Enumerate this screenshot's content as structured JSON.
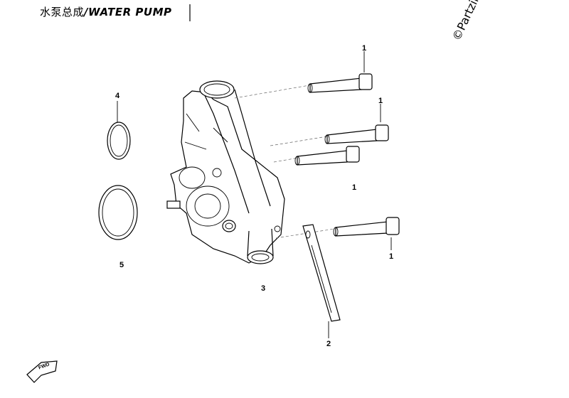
{
  "header": {
    "title_cn": "水泵总成",
    "title_en": "/WATER PUMP",
    "copyright": "©Partzilla"
  },
  "callouts": {
    "bolt_top": "1",
    "bolt_mid": "1",
    "bolt_group": "1",
    "bolt_bottom": "1",
    "clip": "2",
    "pump_body": "3",
    "ring_small": "4",
    "ring_large": "5"
  },
  "fwd_label": "FWD"
}
